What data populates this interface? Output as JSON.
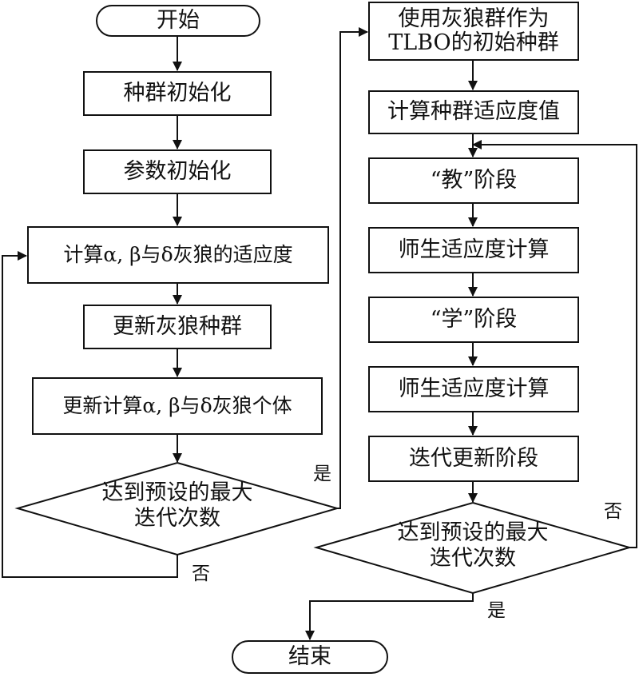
{
  "left_column": {
    "start": "开始",
    "init_population": "种群初始化",
    "init_params": "参数初始化",
    "calc_fitness": "计算α, β与δ灰狼的适应度",
    "update_population": "更新灰狼种群",
    "update_individuals": "更新计算α, β与δ灰狼个体",
    "decision": "达到预设的最大迭代次数",
    "yes_label": "是",
    "no_label": "否"
  },
  "right_column": {
    "use_wolves": "使用灰狼群作为TLBO的初始种群",
    "calc_pop_fitness": "计算种群适应度值",
    "teach_phase": "“教”阶段",
    "teacher_student_fitness_1": "师生适应度计算",
    "learn_phase": "“学”阶段",
    "teacher_student_fitness_2": "师生适应度计算",
    "iterative_update": "迭代更新阶段",
    "decision": "达到预设的最大迭代次数",
    "no_label": "否",
    "yes_label": "是"
  },
  "end": "结束"
}
